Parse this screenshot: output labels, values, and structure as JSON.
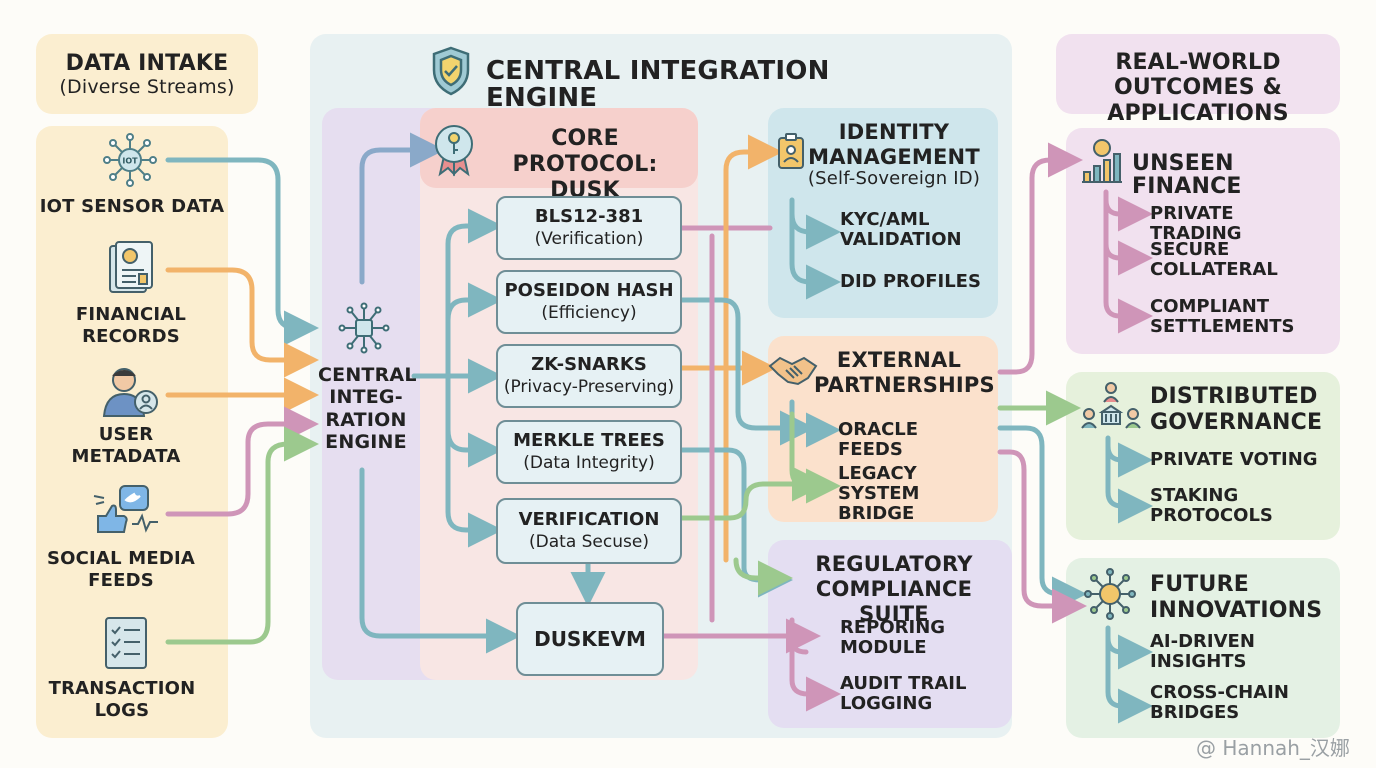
{
  "intake": {
    "title": "DATA INTAKE",
    "subtitle": "(Diverse Streams)",
    "items": [
      "IOT SENSOR DATA",
      "FINANCIAL RECORDS",
      "USER METADATA",
      "SOCIAL MEDIA FEEDS",
      "TRANSACTION LOGS"
    ],
    "iot_badge": "IOT"
  },
  "engine": {
    "title": "CENTRAL INTEGRATION ENGINE",
    "left_label": "CENTRAL INTEG-RATION ENGINE",
    "core_title": "CORE PROTOCOL: DUSK",
    "components": [
      {
        "name": "BLS12-381",
        "desc": "(Verification)"
      },
      {
        "name": "POSEIDON HASH",
        "desc": "(Efficiency)"
      },
      {
        "name": "ZK-SNARKS",
        "desc": "(Privacy-Preserving)"
      },
      {
        "name": "MERKLE TREES",
        "desc": "(Data Integrity)"
      },
      {
        "name": "VERIFICATION",
        "desc": "(Data Secuse)"
      }
    ],
    "evm": "DUSKEVM"
  },
  "modules": {
    "identity": {
      "title": "IDENTITY MANAGEMENT",
      "subtitle": "(Self-Sovereign ID)",
      "items": [
        "KYC/AML VALIDATION",
        "DID PROFILES"
      ]
    },
    "partners": {
      "title": "EXTERNAL PARTNERSHIPS",
      "items": [
        "ORACLE FEEDS",
        "LEGACY SYSTEM BRIDGE"
      ]
    },
    "regulatory": {
      "title": "REGULATORY COMPLIANCE SUITE",
      "items": [
        "REPORING MODULE",
        "AUDIT TRAIL LOGGING"
      ]
    }
  },
  "outcomes": {
    "title": "REAL-WORLD OUTCOMES & APPLICATIONS",
    "groups": [
      {
        "title": "UNSEEN FINANCE",
        "items": [
          "PRIVATE TRADING",
          "SECURE COLLATERAL",
          "COMPLIANT SETTLEMENTS"
        ]
      },
      {
        "title": "DISTRIBUTED GOVERNANCE",
        "items": [
          "PRIVATE VOTING",
          "STAKING PROTOCOLS"
        ]
      },
      {
        "title": "FUTURE INNOVATIONS",
        "items": [
          "AI-DRIVEN INSIGHTS",
          "CROSS-CHAIN BRIDGES"
        ]
      }
    ]
  },
  "watermark": "@ Hannah_汉娜",
  "colors": {
    "intake_bg": "#fbeed0",
    "engine_bg": "#e8f1f2",
    "core_bg": "#f6dede",
    "lavender": "#e6def0",
    "identity_bg": "#cfe6ec",
    "partners_bg": "#fbe1cc",
    "regulatory_bg": "#e4def2",
    "finance_bg": "#f1e1ef",
    "governance_bg": "#e6f1dc",
    "future_bg": "#e4f1e4",
    "arrow_teal": "#7fb6bf",
    "arrow_orange": "#f2b36a",
    "arrow_pink": "#cf95b8",
    "arrow_green": "#9cc98e",
    "arrow_blue": "#8aa9c9"
  }
}
